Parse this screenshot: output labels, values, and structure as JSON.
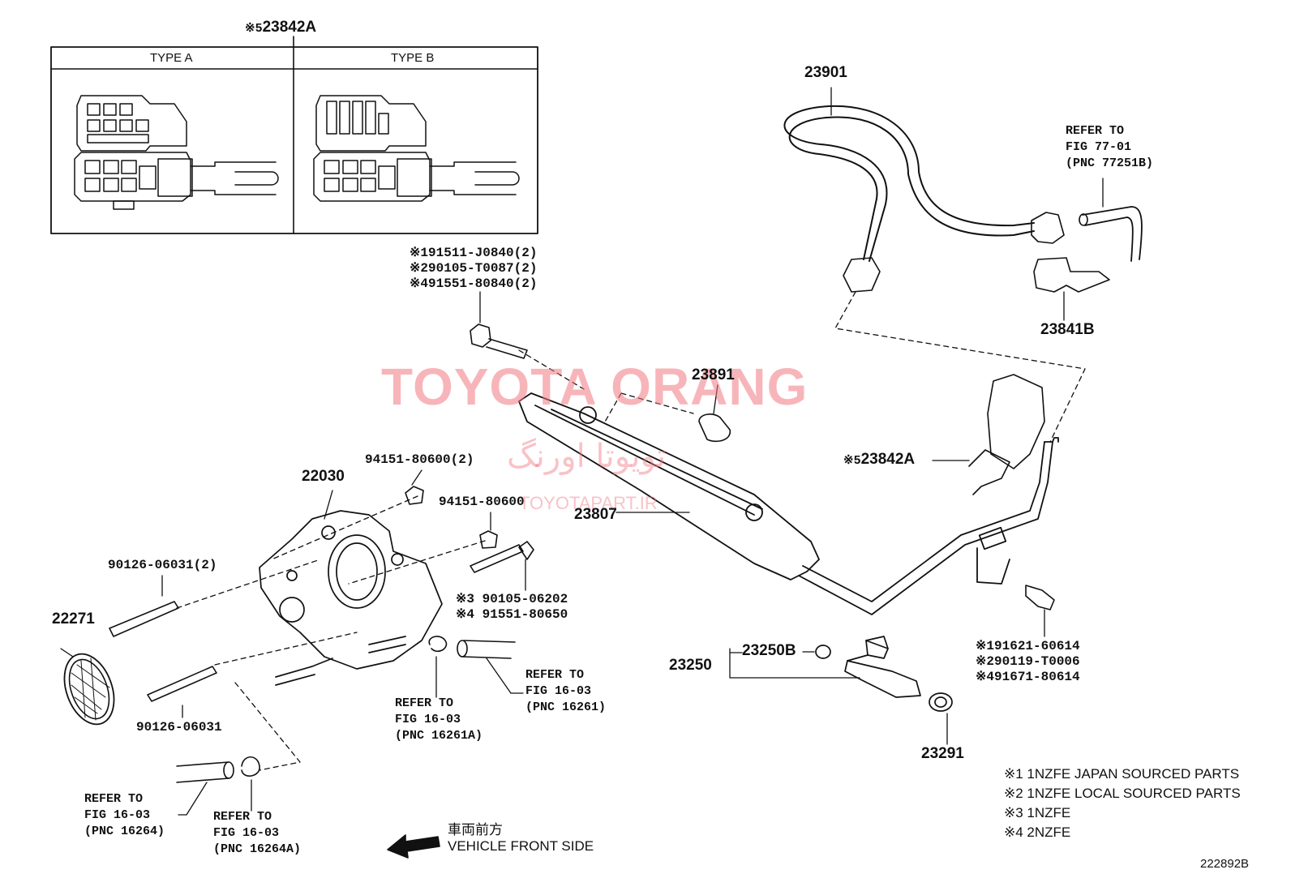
{
  "insert": {
    "label_mark": "※5",
    "label_num": "23842A",
    "type_a": "TYPE A",
    "type_b": "TYPE B"
  },
  "parts": {
    "p23901": "23901",
    "p23841B": "23841B",
    "p23891": "23891",
    "p23842A_mark": "※5",
    "p23842A": "23842A",
    "p23807": "23807",
    "p22030": "22030",
    "p22271": "22271",
    "p23250": "23250",
    "p23250B": "23250B",
    "p23291": "23291"
  },
  "bolt_top": [
    "※191511-J0840(2)",
    "※290105-T0087(2)",
    "※491551-80840(2)"
  ],
  "nut_1": "94151-80600(2)",
  "nut_2": "94151-80600",
  "bolt_mid": [
    "※3 90105-06202",
    "※4 91551-80650"
  ],
  "stud_1": "90126-06031(2)",
  "stud_2": "90126-06031",
  "bolt_right": [
    "※191621-60614",
    "※290119-T0006",
    "※491671-80614"
  ],
  "refs": {
    "r77": [
      "REFER TO",
      "FIG 77-01",
      "(PNC 77251B)"
    ],
    "r16261A": [
      "REFER TO",
      "FIG 16-03",
      "(PNC 16261A)"
    ],
    "r16261": [
      "REFER TO",
      "FIG 16-03",
      "(PNC 16261)"
    ],
    "r16264": [
      "REFER TO",
      "FIG 16-03",
      "(PNC 16264)"
    ],
    "r16264A": [
      "REFER TO",
      "FIG 16-03",
      "(PNC 16264A)"
    ]
  },
  "legend": [
    "※1 1NZFE  JAPAN SOURCED PARTS",
    "※2 1NZFE  LOCAL SOURCED PARTS",
    "※3 1NZFE",
    "※4 2NZFE"
  ],
  "front": {
    "jp": "車両前方",
    "en": "VEHICLE FRONT SIDE"
  },
  "figure_id": "222892B",
  "watermark": {
    "en": "TOYOTA ORANG",
    "fa": "تویوتا اورنگ",
    "url": "TOYOTAPART.IR"
  }
}
